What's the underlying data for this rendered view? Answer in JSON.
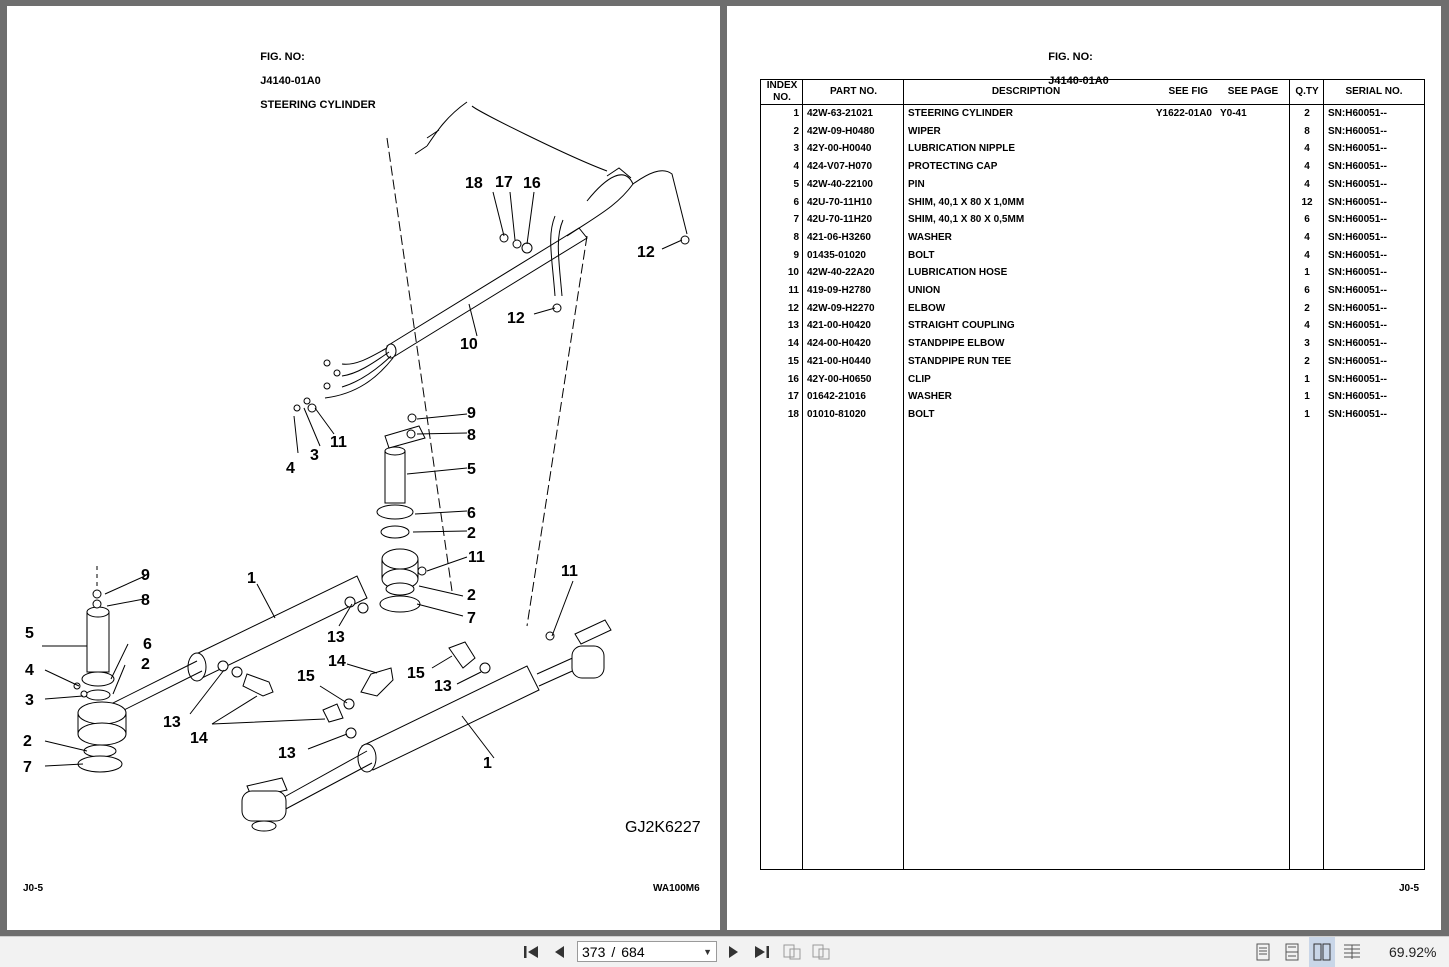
{
  "left_page": {
    "fig_label": "FIG. NO:",
    "fig_no": "J4140-01A0",
    "fig_title": "STEERING CYLINDER",
    "figure_code": "GJ2K6227",
    "footer_left": "J0-5",
    "footer_right": "WA100M6",
    "callouts": [
      "1",
      "2",
      "3",
      "4",
      "5",
      "6",
      "7",
      "8",
      "9",
      "10",
      "11",
      "12",
      "13",
      "14",
      "15",
      "16",
      "17",
      "18"
    ]
  },
  "right_page": {
    "fig_label": "FIG. NO:",
    "fig_no": "J4140-01A0",
    "footer_right": "J0-5",
    "columns": {
      "index": "INDEX NO.",
      "part": "PART NO.",
      "desc": "DESCRIPTION",
      "see_fig": "SEE FIG",
      "see_page": "SEE PAGE",
      "qty": "Q.TY",
      "serial": "SERIAL NO."
    },
    "rows": [
      {
        "index": "1",
        "part": "42W-63-21021",
        "desc": "STEERING CYLINDER",
        "see_fig": "Y1622-01A0",
        "see_page": "Y0-41",
        "qty": "2",
        "serial": "SN:H60051--"
      },
      {
        "index": "2",
        "part": "42W-09-H0480",
        "desc": "WIPER",
        "see_fig": "",
        "see_page": "",
        "qty": "8",
        "serial": "SN:H60051--"
      },
      {
        "index": "3",
        "part": "42Y-00-H0040",
        "desc": "LUBRICATION NIPPLE",
        "see_fig": "",
        "see_page": "",
        "qty": "4",
        "serial": "SN:H60051--"
      },
      {
        "index": "4",
        "part": "424-V07-H070",
        "desc": "PROTECTING CAP",
        "see_fig": "",
        "see_page": "",
        "qty": "4",
        "serial": "SN:H60051--"
      },
      {
        "index": "5",
        "part": "42W-40-22100",
        "desc": "PIN",
        "see_fig": "",
        "see_page": "",
        "qty": "4",
        "serial": "SN:H60051--"
      },
      {
        "index": "6",
        "part": "42U-70-11H10",
        "desc": "SHIM, 40,1 X 80 X 1,0MM",
        "see_fig": "",
        "see_page": "",
        "qty": "12",
        "serial": "SN:H60051--"
      },
      {
        "index": "7",
        "part": "42U-70-11H20",
        "desc": "SHIM, 40,1 X 80 X 0,5MM",
        "see_fig": "",
        "see_page": "",
        "qty": "6",
        "serial": "SN:H60051--"
      },
      {
        "index": "8",
        "part": "421-06-H3260",
        "desc": "WASHER",
        "see_fig": "",
        "see_page": "",
        "qty": "4",
        "serial": "SN:H60051--"
      },
      {
        "index": "9",
        "part": "01435-01020",
        "desc": "BOLT",
        "see_fig": "",
        "see_page": "",
        "qty": "4",
        "serial": "SN:H60051--"
      },
      {
        "index": "10",
        "part": "42W-40-22A20",
        "desc": "LUBRICATION HOSE",
        "see_fig": "",
        "see_page": "",
        "qty": "1",
        "serial": "SN:H60051--"
      },
      {
        "index": "11",
        "part": "419-09-H2780",
        "desc": "UNION",
        "see_fig": "",
        "see_page": "",
        "qty": "6",
        "serial": "SN:H60051--"
      },
      {
        "index": "12",
        "part": "42W-09-H2270",
        "desc": "ELBOW",
        "see_fig": "",
        "see_page": "",
        "qty": "2",
        "serial": "SN:H60051--"
      },
      {
        "index": "13",
        "part": "421-00-H0420",
        "desc": "STRAIGHT COUPLING",
        "see_fig": "",
        "see_page": "",
        "qty": "4",
        "serial": "SN:H60051--"
      },
      {
        "index": "14",
        "part": "424-00-H0420",
        "desc": "STANDPIPE ELBOW",
        "see_fig": "",
        "see_page": "",
        "qty": "3",
        "serial": "SN:H60051--"
      },
      {
        "index": "15",
        "part": "421-00-H0440",
        "desc": "STANDPIPE RUN TEE",
        "see_fig": "",
        "see_page": "",
        "qty": "2",
        "serial": "SN:H60051--"
      },
      {
        "index": "16",
        "part": "42Y-00-H0650",
        "desc": "CLIP",
        "see_fig": "",
        "see_page": "",
        "qty": "1",
        "serial": "SN:H60051--"
      },
      {
        "index": "17",
        "part": "01642-21016",
        "desc": "WASHER",
        "see_fig": "",
        "see_page": "",
        "qty": "1",
        "serial": "SN:H60051--"
      },
      {
        "index": "18",
        "part": "01010-81020",
        "desc": "BOLT",
        "see_fig": "",
        "see_page": "",
        "qty": "1",
        "serial": "SN:H60051--"
      }
    ]
  },
  "toolbar": {
    "current_page": "373",
    "separator": "/",
    "total_pages": "684",
    "zoom": "69.92%",
    "icons": [
      "first-page-icon",
      "prev-page-icon",
      "next-page-icon",
      "last-page-icon",
      "rotate-icon",
      "fit-icon",
      "single-page-icon",
      "continuous-icon",
      "two-page-icon",
      "two-page-continuous-icon"
    ]
  }
}
